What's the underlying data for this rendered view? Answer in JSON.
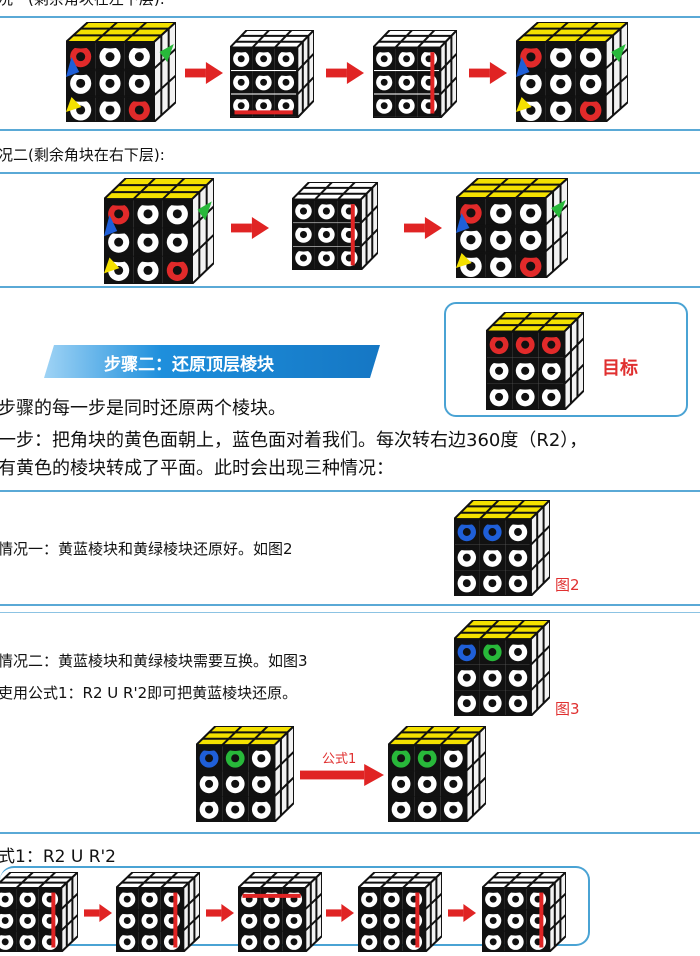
{
  "case1_caption": "况一(剩余角块在左下层):",
  "case2_caption": "况二(剩余角块在右下层):",
  "step2_banner": "步骤二：还原顶层棱块",
  "target_label": "目标",
  "intro_line1": "步骤的每一步是同时还原两个棱块。",
  "intro_line2": "一步：把角块的黄色面朝上，蓝色面对着我们。每次转右边360度（R2），",
  "intro_line3": "有黄色的棱块转成了平面。此时会出现三种情况：",
  "situation1": "情况一：黄蓝棱块和黄绿棱块还原好。如图2",
  "fig2": "图2",
  "situation2": "情况二：黄蓝棱块和黄绿棱块需要互换。如图3",
  "formula_hint": "吏用公式1：R2 U R'2即可把黄蓝棱块还原。",
  "fig3": "图3",
  "arrow_formula_label": "公式1",
  "formula_title": "式1：R2 U R'2",
  "colors": {
    "accent_blue": "#1e8fdc",
    "line_blue": "#5aa9d6",
    "arrow_red": "#e02424",
    "fig_red": "#e03030",
    "yellow": "#f4e100",
    "cube_blue": "#1f5fd8",
    "cube_green": "#28b83a",
    "cube_red": "#e12a2a",
    "cube_orange": "#f08a1c"
  },
  "icons": [
    "gear-cube-icon",
    "right-arrow-icon"
  ]
}
